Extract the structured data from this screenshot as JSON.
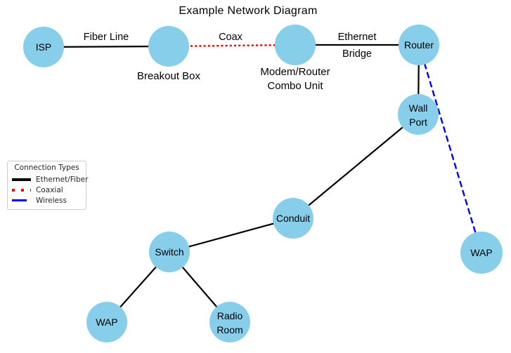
{
  "title": "Example Network Diagram",
  "colors": {
    "node_fill": "#87CEEB",
    "ethernet_fiber": "#000000",
    "coaxial": "#ff0000",
    "wireless": "#0000ff",
    "background": "#ffffff"
  },
  "legend": {
    "title": "Connection Types",
    "items": [
      {
        "label": "Ethernet/Fiber",
        "style": "solid",
        "color": "#000000"
      },
      {
        "label": "Coaxial",
        "style": "dotted",
        "color": "#ff0000"
      },
      {
        "label": "Wireless",
        "style": "dashed",
        "color": "#0000ff"
      }
    ]
  },
  "nodes": [
    {
      "id": "isp",
      "label": "ISP"
    },
    {
      "id": "breakout-box",
      "label": "Breakout Box"
    },
    {
      "id": "modem-router-combo",
      "line1": "Modem/Router",
      "line2": "Combo Unit"
    },
    {
      "id": "router",
      "label": "Router"
    },
    {
      "id": "wall-port",
      "line1": "Wall",
      "line2": "Port"
    },
    {
      "id": "conduit",
      "label": "Conduit"
    },
    {
      "id": "switch",
      "label": "Switch"
    },
    {
      "id": "wap-left",
      "label": "WAP"
    },
    {
      "id": "radio-room",
      "line1": "Radio",
      "line2": "Room"
    },
    {
      "id": "wap-right",
      "label": "WAP"
    }
  ],
  "edges": [
    {
      "from": "ISP",
      "to": "Breakout Box",
      "type": "ethernet-fiber",
      "label": "Fiber Line"
    },
    {
      "from": "Breakout Box",
      "to": "Modem/Router Combo Unit",
      "type": "coaxial",
      "label": "Coax"
    },
    {
      "from": "Modem/Router Combo Unit",
      "to": "Router",
      "type": "ethernet-fiber",
      "label_line1": "Ethernet",
      "label_line2": "Bridge"
    },
    {
      "from": "Router",
      "to": "Wall Port",
      "type": "ethernet-fiber"
    },
    {
      "from": "Wall Port",
      "to": "Conduit",
      "type": "ethernet-fiber"
    },
    {
      "from": "Conduit",
      "to": "Switch",
      "type": "ethernet-fiber"
    },
    {
      "from": "Switch",
      "to": "WAP",
      "type": "ethernet-fiber"
    },
    {
      "from": "Switch",
      "to": "Radio Room",
      "type": "ethernet-fiber"
    },
    {
      "from": "Router",
      "to": "WAP",
      "type": "wireless"
    }
  ]
}
